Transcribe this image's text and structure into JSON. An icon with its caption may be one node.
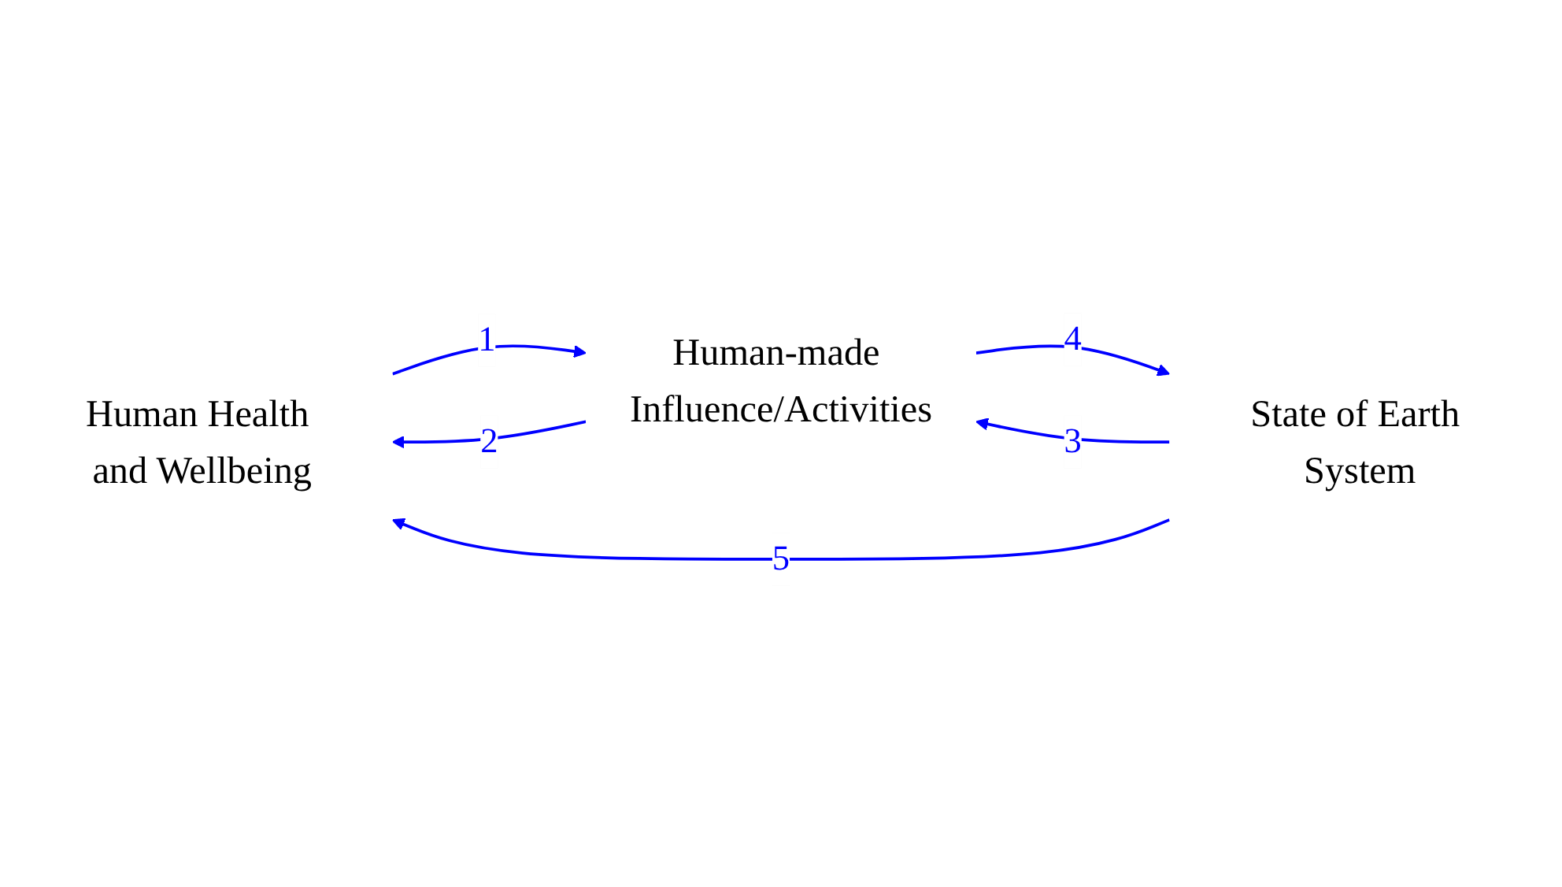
{
  "diagram": {
    "nodes": [
      {
        "text": [
          "Human Health and Wellbeing"
        ]
      },
      {
        "text": [
          "State of Earth System"
        ]
      },
      {
        "text": [
          "Human-made Influence/Activities"
        ]
      }
    ],
    "edges": [
      {
        "from": 0,
        "to": 2,
        "arrow": "to",
        "label": "1"
      },
      {
        "from": 2,
        "to": 0,
        "arrow": "to",
        "label": "2"
      },
      {
        "from": 1,
        "to": 2,
        "arrow": "to",
        "label": "3"
      },
      {
        "from": 2,
        "to": 1,
        "arrow": "to",
        "label": "4"
      },
      {
        "from": 1,
        "to": 0,
        "arrow": "to",
        "label": "5"
      }
    ]
  }
}
